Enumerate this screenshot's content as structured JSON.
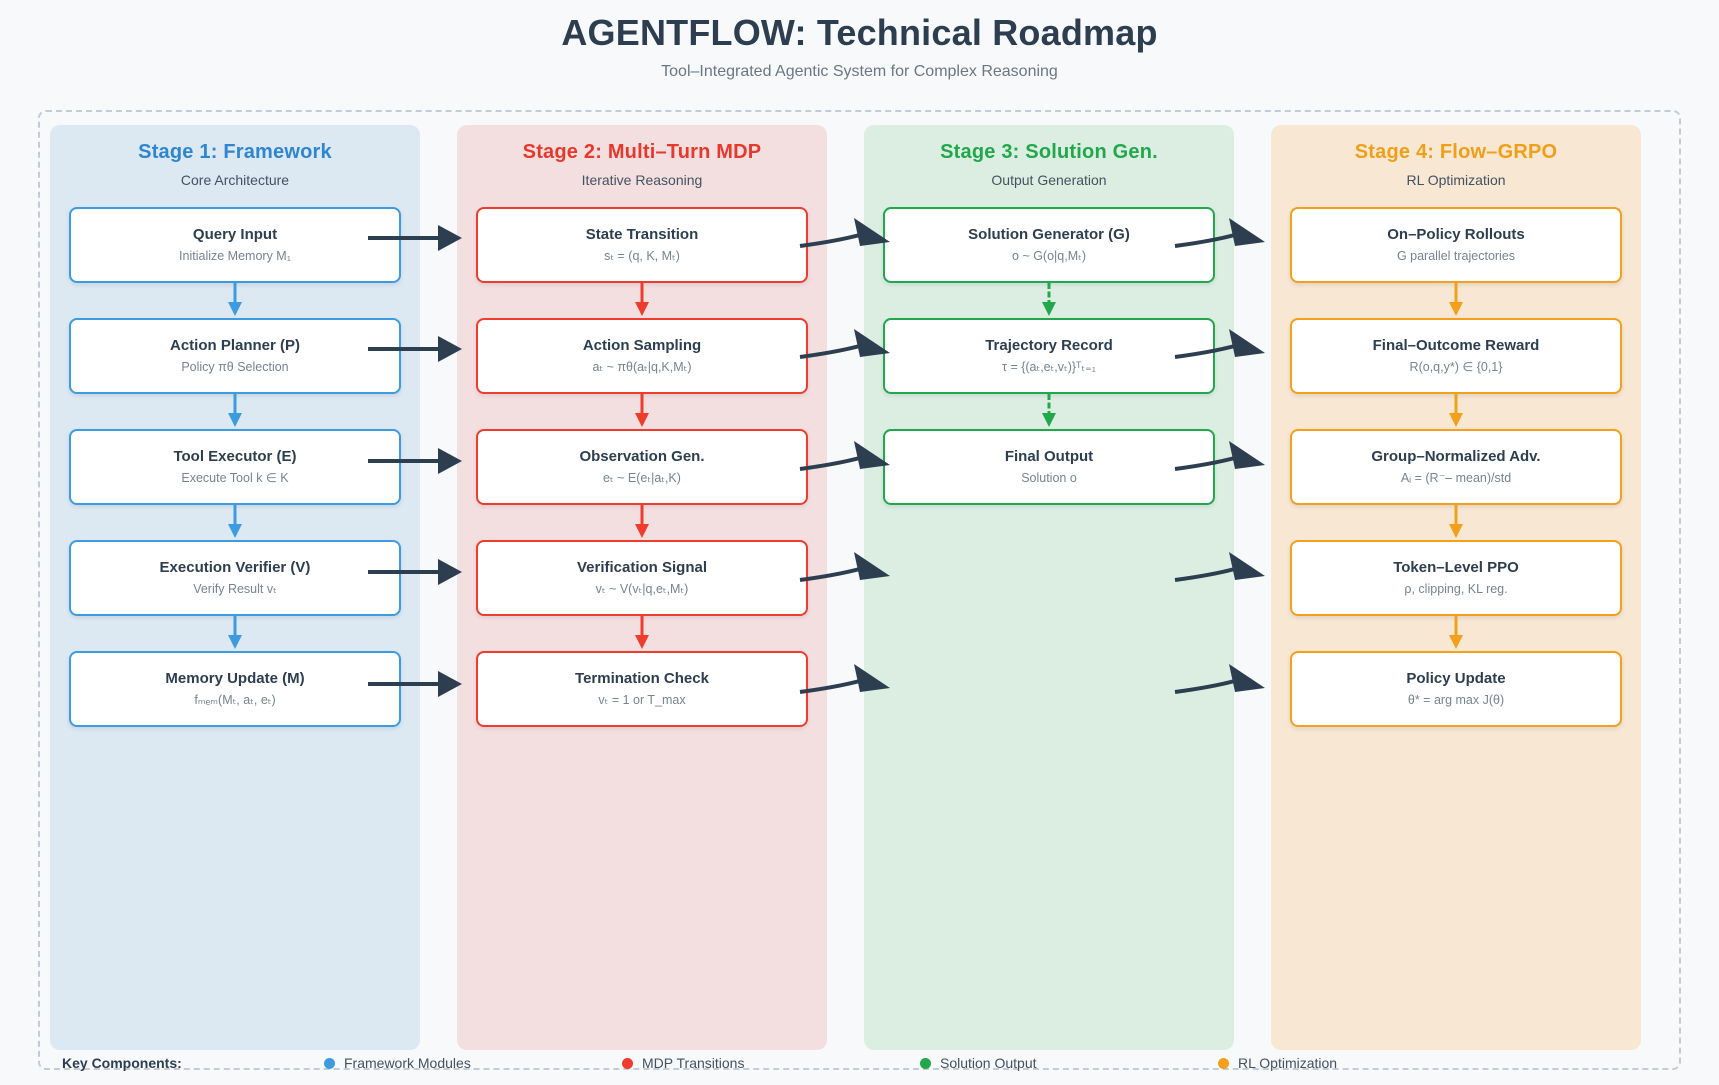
{
  "header": {
    "title": "AGENTFLOW: Technical Roadmap",
    "subtitle": "Tool–Integrated Agentic System for Complex Reasoning"
  },
  "stages": [
    {
      "id": "stage-1",
      "title": "Stage 1: Framework",
      "subtitle": "Core Architecture",
      "accent": "#3d9ce0",
      "panel_bg": "#dce8f2",
      "connector_style": "solid",
      "nodes": [
        {
          "title": "Query Input",
          "sub": "Initialize Memory M₁"
        },
        {
          "title": "Action Planner (P)",
          "sub": "Policy πθ Selection"
        },
        {
          "title": "Tool Executor (E)",
          "sub": "Execute Tool k ∈ K"
        },
        {
          "title": "Execution Verifier (V)",
          "sub": "Verify Result vₜ"
        },
        {
          "title": "Memory Update (M)",
          "sub": "fₘₑₘ(Mₜ, aₜ, eₜ)"
        }
      ]
    },
    {
      "id": "stage-2",
      "title": "Stage 2: Multi–Turn MDP",
      "subtitle": "Iterative Reasoning",
      "accent": "#ef3c2d",
      "panel_bg": "#f4dfe0",
      "connector_style": "solid",
      "nodes": [
        {
          "title": "State Transition",
          "sub": "sₜ = (q, K, Mₜ)"
        },
        {
          "title": "Action Sampling",
          "sub": "aₜ ~ πθ(aₜ|q,K,Mₜ)"
        },
        {
          "title": "Observation Gen.",
          "sub": "eₜ ~ E(eₜ|aₜ,K)"
        },
        {
          "title": "Verification Signal",
          "sub": "vₜ ~ V(vₜ|q,eₜ,Mₜ)"
        },
        {
          "title": "Termination Check",
          "sub": "vₜ = 1 or T_max"
        }
      ]
    },
    {
      "id": "stage-3",
      "title": "Stage 3: Solution Gen.",
      "subtitle": "Output Generation",
      "accent": "#21a84b",
      "panel_bg": "#dceee2",
      "connector_style": "dashed",
      "nodes": [
        {
          "title": "Solution Generator (G)",
          "sub": "o ~ G(o|q,Mₜ)"
        },
        {
          "title": "Trajectory Record",
          "sub": "τ = {(aₜ,eₜ,vₜ)}ᵀₜ₌₁"
        },
        {
          "title": "Final Output",
          "sub": "Solution o"
        }
      ]
    },
    {
      "id": "stage-4",
      "title": "Stage 4: Flow–GRPO",
      "subtitle": "RL Optimization",
      "accent": "#f3a01c",
      "panel_bg": "#f7e7d3",
      "connector_style": "solid",
      "nodes": [
        {
          "title": "On–Policy Rollouts",
          "sub": "G parallel trajectories"
        },
        {
          "title": "Final–Outcome Reward",
          "sub": "R(o,q,y*) ∈ {0,1}"
        },
        {
          "title": "Group–Normalized Adv.",
          "sub": "Aᵢ = (R⁻– mean)/std"
        },
        {
          "title": "Token–Level PPO",
          "sub": "ρ, clipping, KL reg."
        },
        {
          "title": "Policy Update",
          "sub": "θ* = arg max J(θ)"
        }
      ]
    }
  ],
  "legend": {
    "label": "Key Components:",
    "items": [
      {
        "text": "Framework Modules",
        "color": "#3d9ce0"
      },
      {
        "text": "MDP Transitions",
        "color": "#ef3c2d"
      },
      {
        "text": "Solution Output",
        "color": "#21a84b"
      },
      {
        "text": "RL Optimization",
        "color": "#f3a01c"
      }
    ]
  },
  "cross_arrows": {
    "color": "#2d3e50",
    "straight_rows": [
      238,
      349,
      461,
      572,
      684
    ],
    "curved_rows_s2_s3": [
      238,
      349,
      461,
      572,
      684
    ],
    "curved_rows_s3_s4": [
      238,
      349,
      461,
      572,
      684
    ]
  }
}
